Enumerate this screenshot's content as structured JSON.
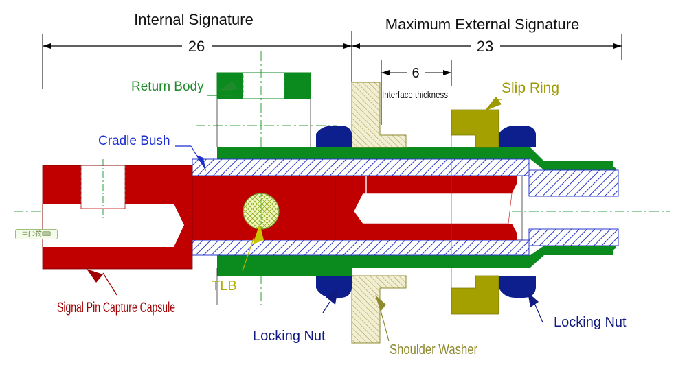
{
  "dimensions": {
    "internal": {
      "title": "Internal Signature",
      "value": "26"
    },
    "external": {
      "title": "Maximum External Signature",
      "value": "23"
    },
    "interface": {
      "value": "6",
      "label": "Interface thickness"
    }
  },
  "labels": {
    "return_body": "Return Body",
    "cradle_bush": "Cradle Bush",
    "slip_ring": "Slip Ring",
    "tlb": "TLB",
    "signal_pin": "Signal Pin Capture Capsule",
    "locking_nut_left": "Locking Nut",
    "locking_nut_right": "Locking Nut",
    "shoulder_washer": "Shoulder Washer"
  },
  "overlay": {
    "ime_badge": "中ʃ☽简⌨"
  },
  "colors": {
    "red": "#c00000",
    "green": "#0b8a1e",
    "navy": "#0d1f8c",
    "blue_hatch": "#2838c8",
    "olive": "#a3a000",
    "khaki": "#cfc98e",
    "label_green": "#1f8a2a",
    "label_blue": "#1b2fd0",
    "label_red": "#a00000",
    "label_olive": "#9c9a00",
    "label_navy": "#111a80",
    "label_khaki": "#8d8a30"
  }
}
